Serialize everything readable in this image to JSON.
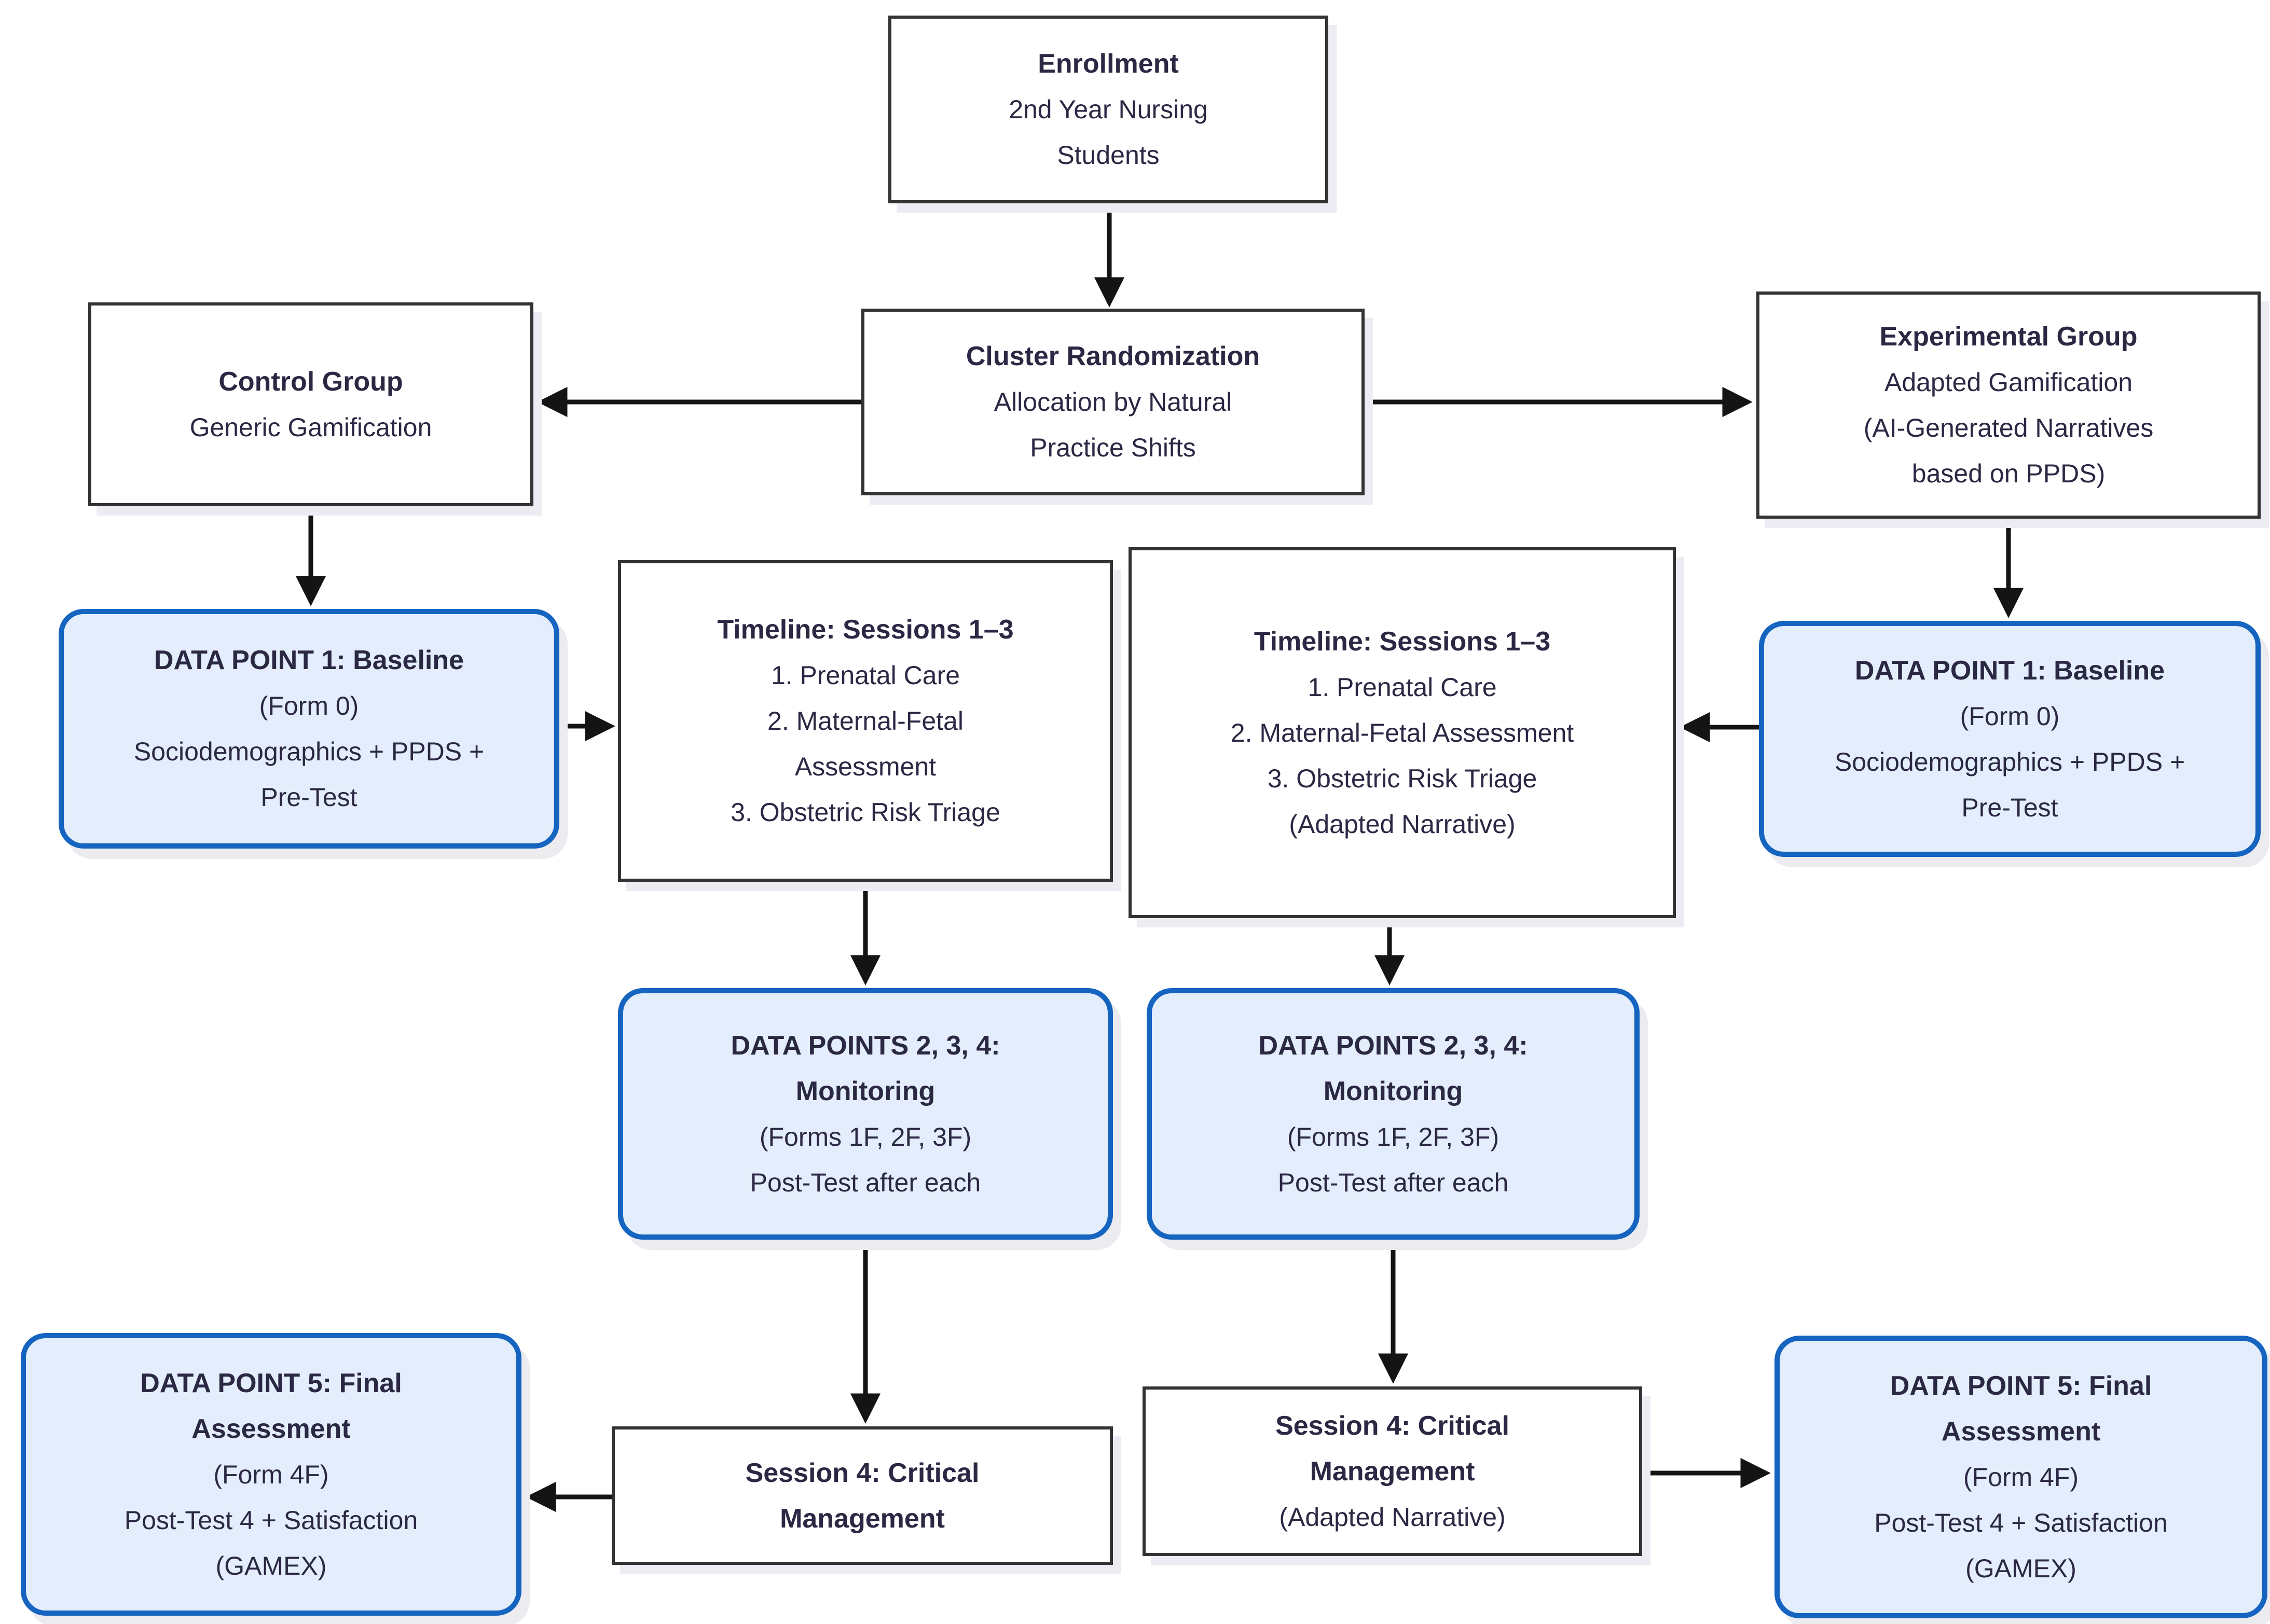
{
  "colors": {
    "background": "#ffffff",
    "text": "#2a2843",
    "plain_box_border": "#333333",
    "plain_box_fill": "#ffffff",
    "blue_box_border": "#1464c0",
    "blue_box_fill": "#e3edfb",
    "arrow": "#141414",
    "shadow": "#ececf2"
  },
  "nodes": {
    "enrollment": {
      "title": "Enrollment",
      "lines": [
        "2nd Year Nursing",
        "Students"
      ]
    },
    "control_group": {
      "title": "Control Group",
      "lines": [
        "Generic Gamification"
      ]
    },
    "cluster_randomization": {
      "title": "Cluster Randomization",
      "lines": [
        "Allocation by Natural",
        "Practice Shifts"
      ]
    },
    "experimental_group": {
      "title": "Experimental Group",
      "lines": [
        "Adapted Gamification",
        "(AI-Generated Narratives",
        "based on PPDS)"
      ]
    },
    "data_point_1_left": {
      "title": "DATA POINT 1: Baseline",
      "lines": [
        "(Form 0)",
        "Sociodemographics + PPDS +",
        "Pre-Test"
      ]
    },
    "timeline_left": {
      "title": "Timeline: Sessions 1–3",
      "lines": [
        "1. Prenatal Care",
        "2. Maternal-Fetal",
        "Assessment",
        "3. Obstetric Risk Triage"
      ]
    },
    "timeline_right": {
      "title": "Timeline: Sessions 1–3",
      "lines": [
        "1. Prenatal Care",
        "2. Maternal-Fetal Assessment",
        "3. Obstetric Risk Triage",
        "(Adapted Narrative)"
      ]
    },
    "data_point_1_right": {
      "title": "DATA POINT 1: Baseline",
      "lines": [
        "(Form 0)",
        "Sociodemographics + PPDS +",
        "Pre-Test"
      ]
    },
    "monitoring_left": {
      "title": "DATA POINTS 2, 3, 4:",
      "title2": "Monitoring",
      "lines": [
        "(Forms 1F, 2F, 3F)",
        "Post-Test after each"
      ]
    },
    "monitoring_right": {
      "title": "DATA POINTS 2, 3, 4:",
      "title2": "Monitoring",
      "lines": [
        "(Forms 1F, 2F, 3F)",
        "Post-Test after each"
      ]
    },
    "data_point_5_left": {
      "title": "DATA POINT 5: Final",
      "title2": "Assessment",
      "lines": [
        "(Form 4F)",
        "Post-Test 4 + Satisfaction",
        "(GAMEX)"
      ]
    },
    "session_4_left": {
      "title": "Session 4: Critical",
      "title2": "Management"
    },
    "session_4_right": {
      "title": "Session 4: Critical",
      "title2": "Management",
      "lines": [
        "(Adapted Narrative)"
      ]
    },
    "data_point_5_right": {
      "title": "DATA POINT 5: Final",
      "title2": "Assessment",
      "lines": [
        "(Form 4F)",
        "Post-Test 4 + Satisfaction",
        "(GAMEX)"
      ]
    }
  }
}
